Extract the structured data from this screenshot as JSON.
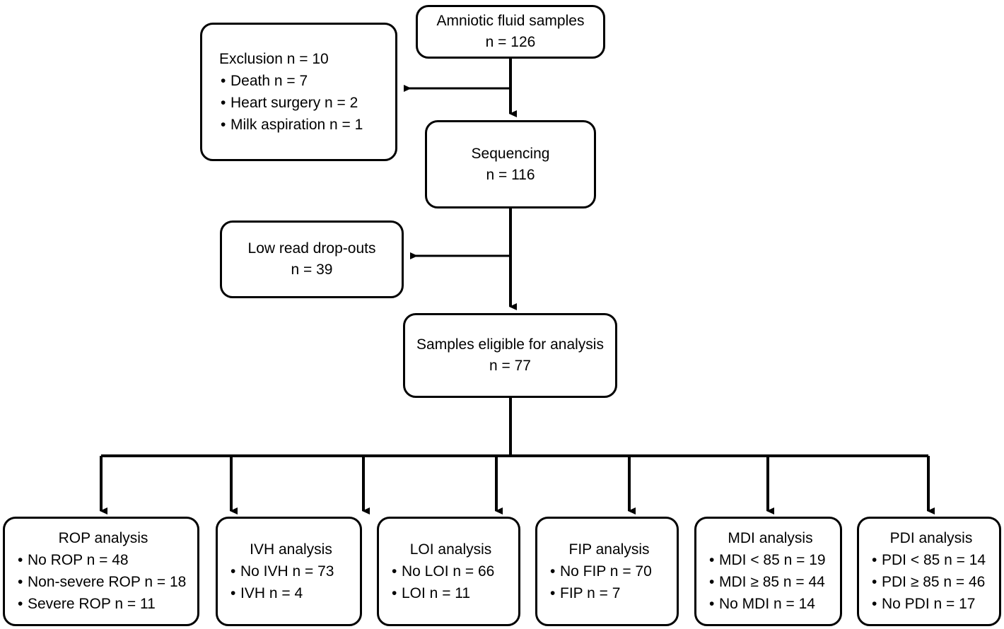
{
  "diagram": {
    "type": "flowchart",
    "orientation": "top-down",
    "nodes": {
      "amniotic": {
        "title": "Amniotic fluid samples",
        "count": "n = 126"
      },
      "exclusion": {
        "title": "Exclusion n = 10",
        "items": [
          "Death n = 7",
          "Heart surgery n = 2",
          "Milk aspiration n = 1"
        ]
      },
      "sequencing": {
        "title": "Sequencing",
        "count": "n = 116"
      },
      "lowread": {
        "title": "Low read drop-outs",
        "count": "n = 39"
      },
      "eligible": {
        "title": "Samples eligible for analysis",
        "count": "n = 77"
      },
      "rop": {
        "title": "ROP analysis",
        "items": [
          "No ROP n = 48",
          "Non-severe ROP n = 18",
          "Severe ROP n = 11"
        ]
      },
      "ivh": {
        "title": "IVH analysis",
        "items": [
          "No IVH n = 73",
          "IVH n = 4"
        ]
      },
      "loi": {
        "title": "LOI analysis",
        "items": [
          "No LOI n = 66",
          "LOI n = 11"
        ]
      },
      "fip": {
        "title": "FIP analysis",
        "items": [
          "No FIP n = 70",
          "FIP n = 7"
        ]
      },
      "mdi": {
        "title": "MDI analysis",
        "items": [
          "MDI < 85 n = 19",
          "MDI ≥ 85 n = 44",
          "No MDI n = 14"
        ]
      },
      "pdi": {
        "title": "PDI analysis",
        "items": [
          "PDI < 85 n = 14",
          "PDI ≥ 85 n = 46",
          "No PDI n = 17"
        ]
      }
    },
    "colors": {
      "stroke": "#000000",
      "fill": "#ffffff",
      "text": "#000000"
    }
  }
}
